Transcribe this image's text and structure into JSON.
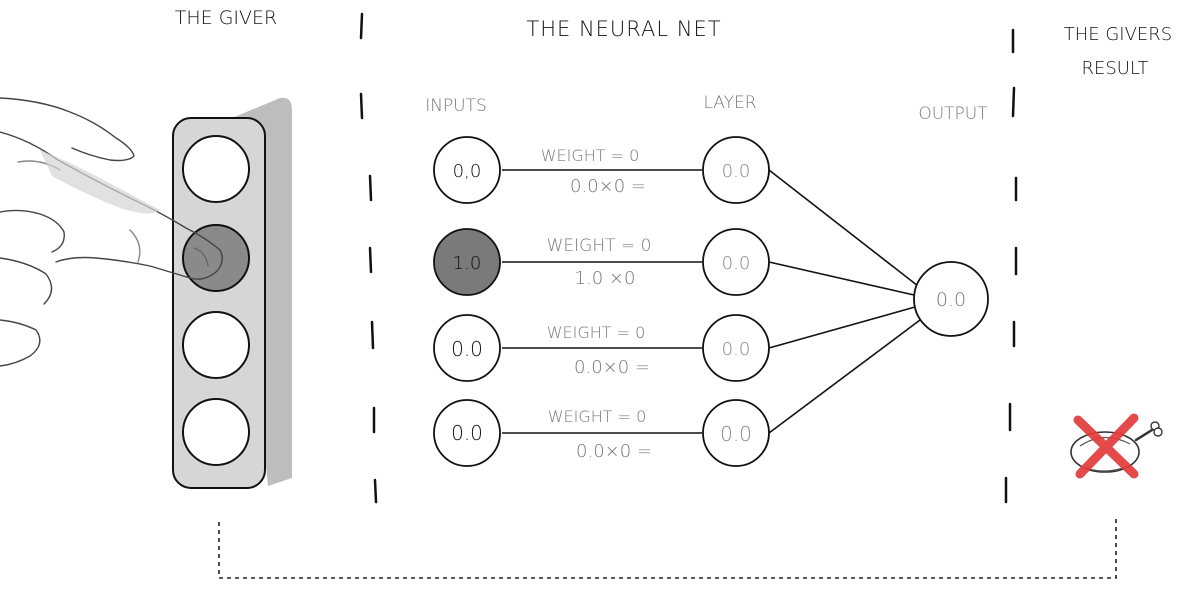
{
  "sections": {
    "giver_title": "THE GIVER",
    "net_title": "THE NEURAL NET",
    "result_title_line1": "THE GIVERS",
    "result_title_line2": "RESULT"
  },
  "columns": {
    "inputs": "INPUTS",
    "layer": "LAYER",
    "output": "OUTPUT"
  },
  "giver": {
    "buttons": [
      {
        "pressed": false
      },
      {
        "pressed": true
      },
      {
        "pressed": false
      },
      {
        "pressed": false
      }
    ]
  },
  "rows": [
    {
      "input": "0,0",
      "weight": "WEIGHT = 0",
      "calc": "0.0×0 =",
      "layer": "0.0",
      "active": false
    },
    {
      "input": "1.0",
      "weight": "WEIGHT = 0",
      "calc": "1.0 ×0",
      "layer": "0.0",
      "active": true
    },
    {
      "input": "0.0",
      "weight": "WEIGHT = 0",
      "calc": "0.0×0 =",
      "layer": "0.0",
      "active": false
    },
    {
      "input": "0.0",
      "weight": "WEIGHT = 0",
      "calc": "0.0×0 =",
      "layer": "0.0",
      "active": false
    }
  ],
  "output": {
    "value": "0.0"
  },
  "result": {
    "icon": "chicken-icon",
    "crossed": true
  },
  "colors": {
    "ink": "#111111",
    "pencil": "#777777",
    "active_fill": "#7a7a7a",
    "button_pressed": "#8a8a8a",
    "panel_fill": "#d6d6d6",
    "panel_shadow": "#b8b8b8",
    "cross": "#e23b3b"
  }
}
